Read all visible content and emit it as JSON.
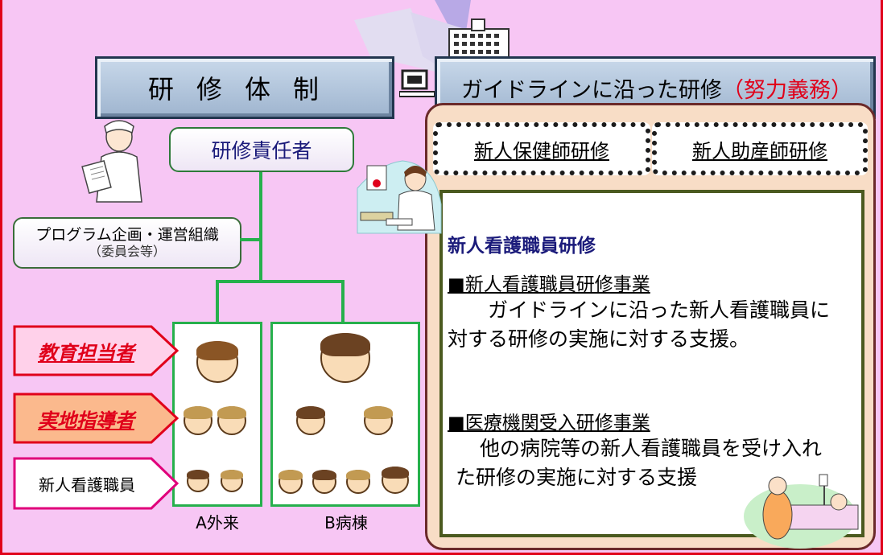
{
  "left": {
    "title": "研修体制",
    "responsible": "研修責任者",
    "program_line1": "プログラム企画・運営組織",
    "program_line2": "（委員会等）",
    "role_education": "教育担当者",
    "role_practical": "実地指導者",
    "role_new_staff": "新人看護職員",
    "unit_a": "A外来",
    "unit_b": "B病棟"
  },
  "right": {
    "title_main": "ガイドラインに沿った研修",
    "title_accent": "（努力義務）",
    "box_public_health": "新人保健師研修",
    "box_midwife": "新人助産師研修",
    "nurse_heading": "新人看護職員研修",
    "section1_title": "■新人看護職員研修事業",
    "section1_body": "ガイドラインに沿った新人看護職員に対する研修の実施に対する支援。",
    "section2_title": "■医療機関受入研修事業",
    "section2_body": "他の病院等の新人看護職員を受け入れた研修の実施に対する支援"
  },
  "colors": {
    "background": "#f7c6f4",
    "border_red": "#e0001a",
    "green": "#26b04c",
    "navy_text": "#1a1a7a",
    "panel": "#f8ddc6"
  }
}
